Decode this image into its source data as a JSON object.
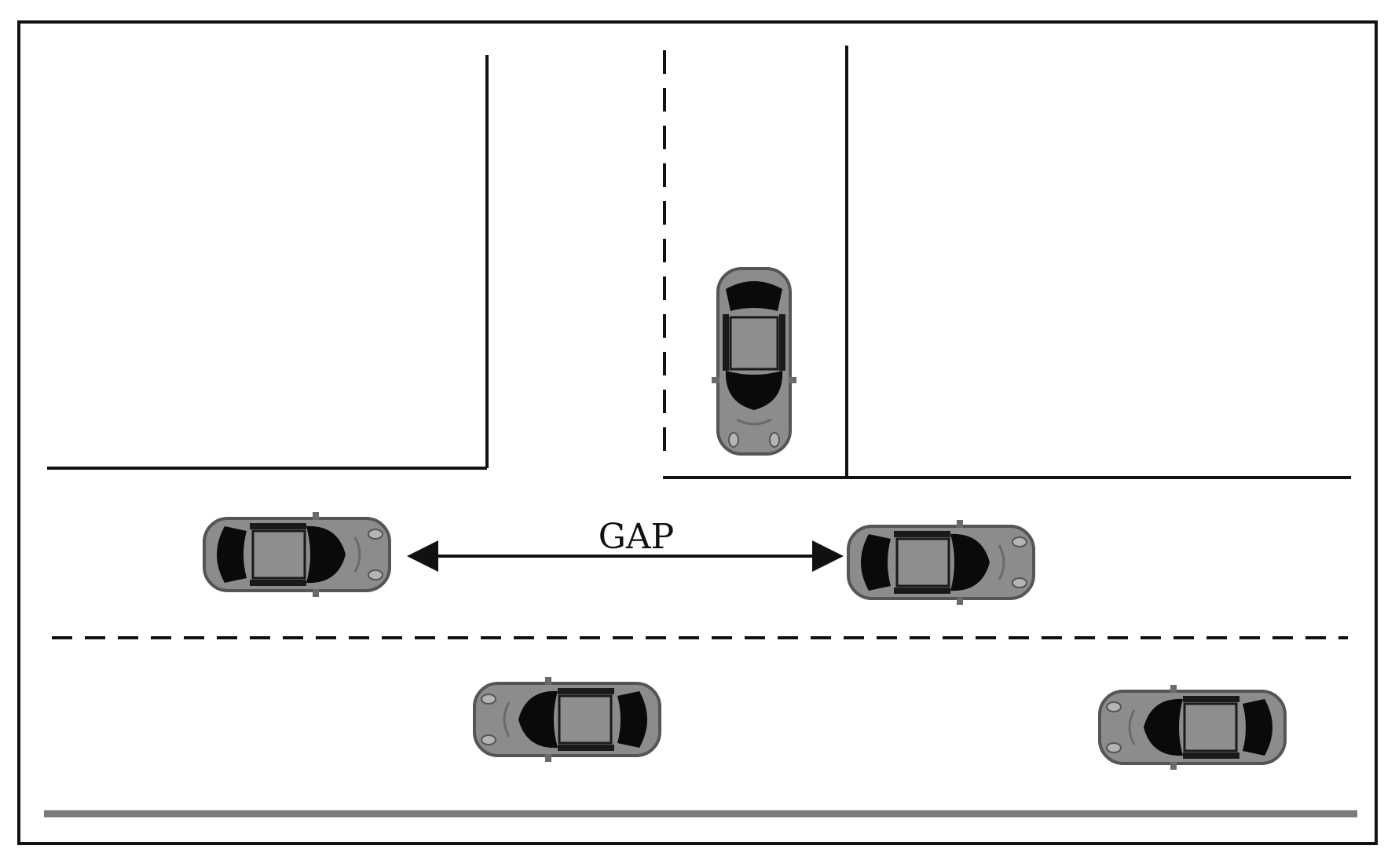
{
  "diagram": {
    "gap_label": "GAP",
    "colors": {
      "line": "#111111",
      "curb_bottom": "#7a7a7a",
      "car_body": "#8c8c8c",
      "car_dark": "#0a0a0a",
      "car_outline": "#555555",
      "background": "#ffffff"
    },
    "vehicles": [
      {
        "id": "side-street-car",
        "heading": "south",
        "lane": "side-street"
      },
      {
        "id": "lead-car",
        "heading": "east",
        "lane": "near-lane"
      },
      {
        "id": "following-car",
        "heading": "east",
        "lane": "near-lane"
      },
      {
        "id": "far-lane-car-1",
        "heading": "west",
        "lane": "far-lane"
      },
      {
        "id": "far-lane-car-2",
        "heading": "west",
        "lane": "far-lane"
      }
    ]
  }
}
